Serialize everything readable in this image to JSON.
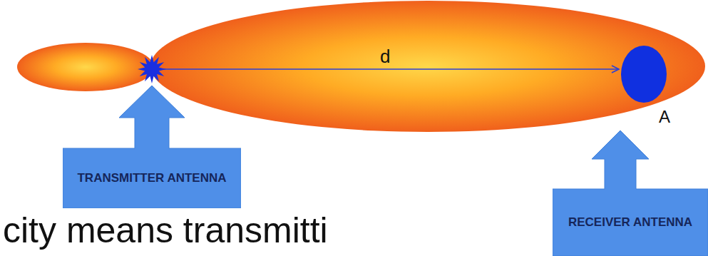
{
  "diagram": {
    "nodes": [
      {
        "text": [
          "TRANSMITTER ANTENNA"
        ]
      },
      {
        "text": [
          "RECEIVER ANTENNA"
        ]
      }
    ],
    "labels": [
      "d",
      "A",
      "city means transmitti"
    ]
  }
}
